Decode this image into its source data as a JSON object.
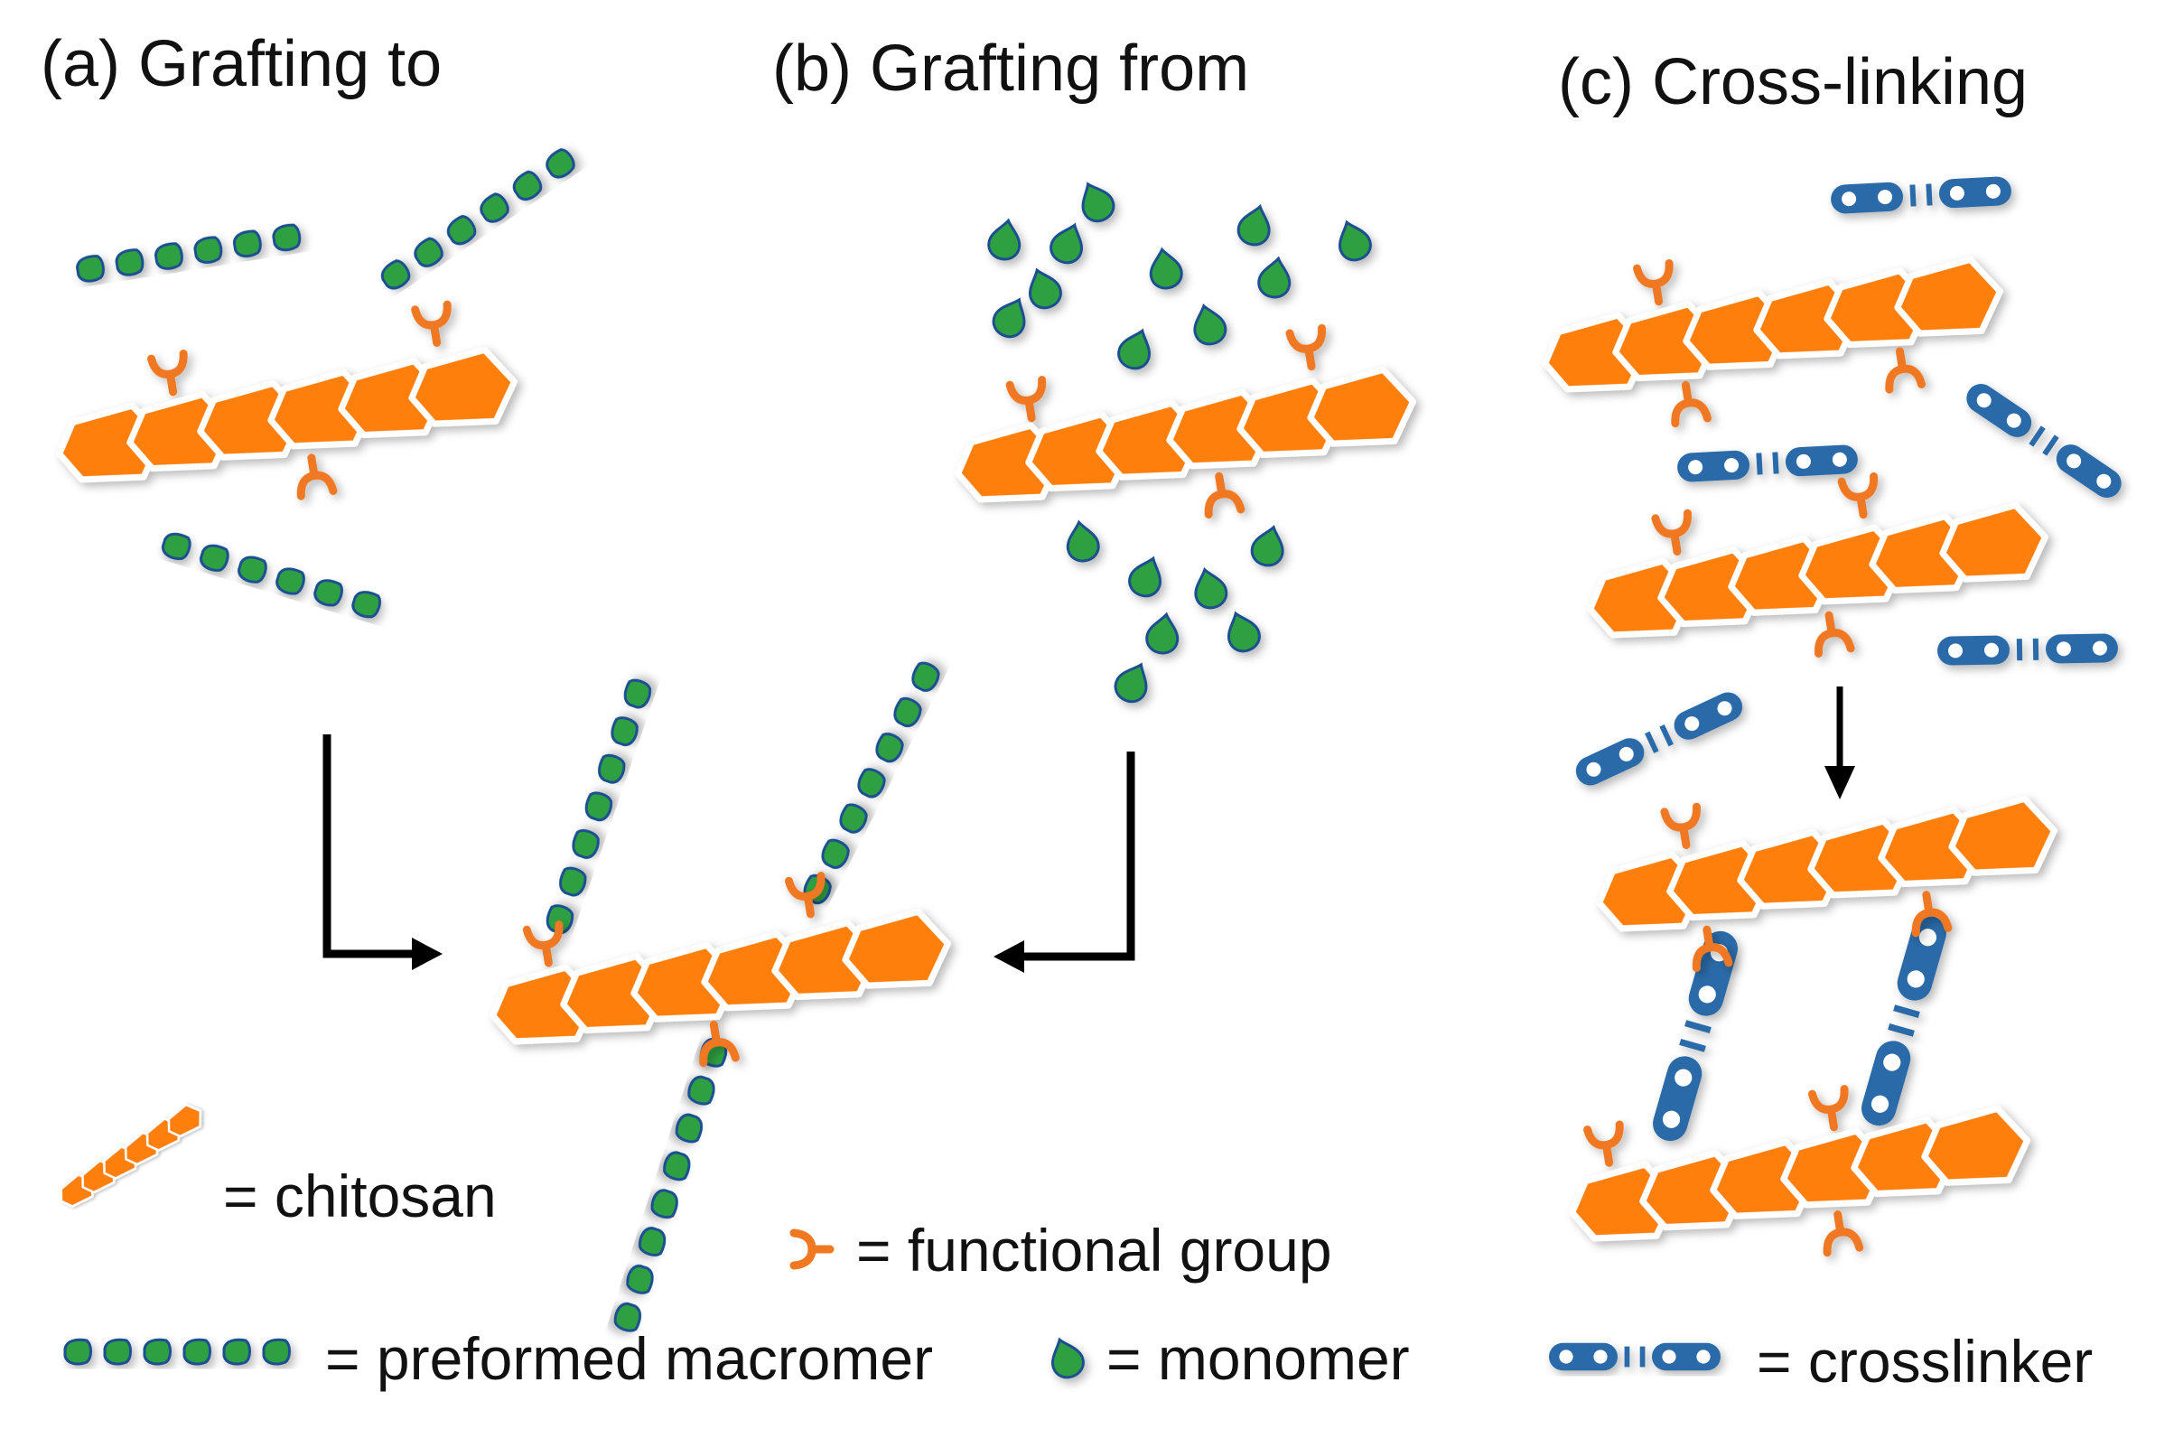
{
  "panels": {
    "a": {
      "title": "(a) Grafting to"
    },
    "b": {
      "title": "(b) Grafting from"
    },
    "c": {
      "title": "(c) Cross-linking"
    }
  },
  "legend": {
    "chitosan": "= chitosan",
    "functional_group": "= functional  group",
    "macromer": "= preformed macromer",
    "monomer": "= monomer",
    "crosslinker": "= crosslinker"
  },
  "colors": {
    "chitosan": "#ff7f0e",
    "functional_group": "#f07820",
    "monomer_fill": "#2ea043",
    "monomer_stroke": "#1e4f8f",
    "crosslinker": "#2a6aa8",
    "arrow": "#000000"
  },
  "icons": {
    "chitosan": "hexagon-chain-icon",
    "functional_group": "y-connector-icon",
    "monomer": "droplet-icon",
    "macromer": "bead-chain-icon",
    "crosslinker": "chain-link-icon"
  }
}
